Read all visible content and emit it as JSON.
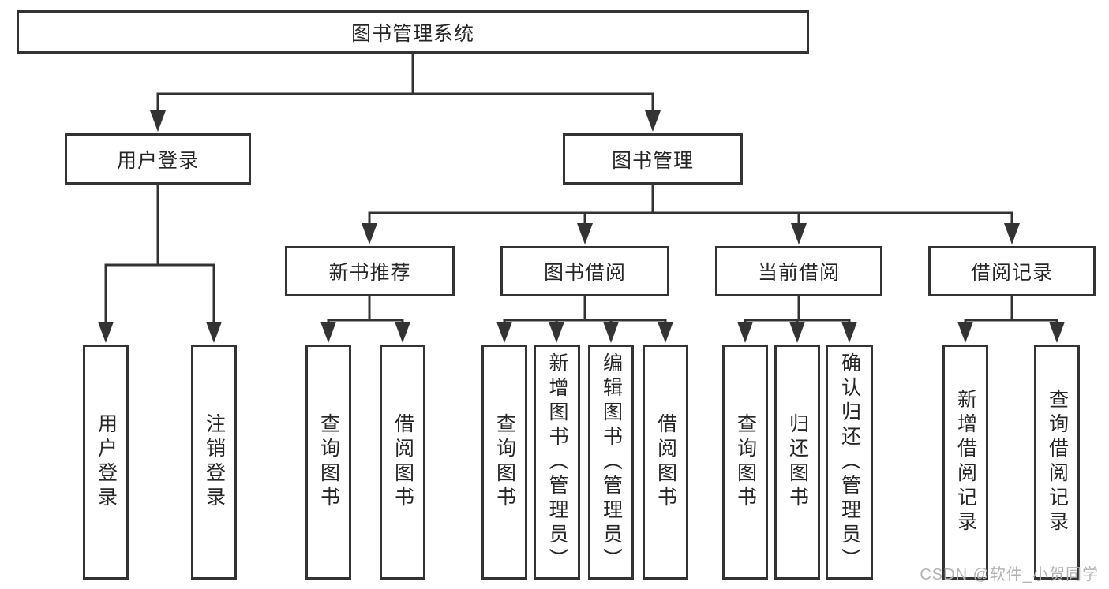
{
  "tree": {
    "root": {
      "label": "图书管理系统",
      "children": [
        {
          "label": "用户登录",
          "children": [
            {
              "label": "用户登录"
            },
            {
              "label": "注销登录"
            }
          ]
        },
        {
          "label": "图书管理",
          "children": [
            {
              "label": "新书推荐",
              "children": [
                {
                  "label": "查询图书"
                },
                {
                  "label": "借阅图书"
                }
              ]
            },
            {
              "label": "图书借阅",
              "children": [
                {
                  "label": "查询图书"
                },
                {
                  "label": "新增图书（管理员）"
                },
                {
                  "label": "编辑图书（管理员）"
                },
                {
                  "label": "借阅图书"
                }
              ]
            },
            {
              "label": "当前借阅",
              "children": [
                {
                  "label": "查询图书"
                },
                {
                  "label": "归还图书"
                },
                {
                  "label": "确认归还（管理员）"
                }
              ]
            },
            {
              "label": "借阅记录",
              "children": [
                {
                  "label": "新增借阅记录"
                },
                {
                  "label": "查询借阅记录"
                }
              ]
            }
          ]
        }
      ]
    }
  },
  "watermark": {
    "text": "CSDN @软件_小贺同学",
    "color": "#b3b3b3"
  },
  "colors": {
    "border": "#333333",
    "line": "#333333",
    "text": "#262626",
    "background": "#ffffff"
  }
}
